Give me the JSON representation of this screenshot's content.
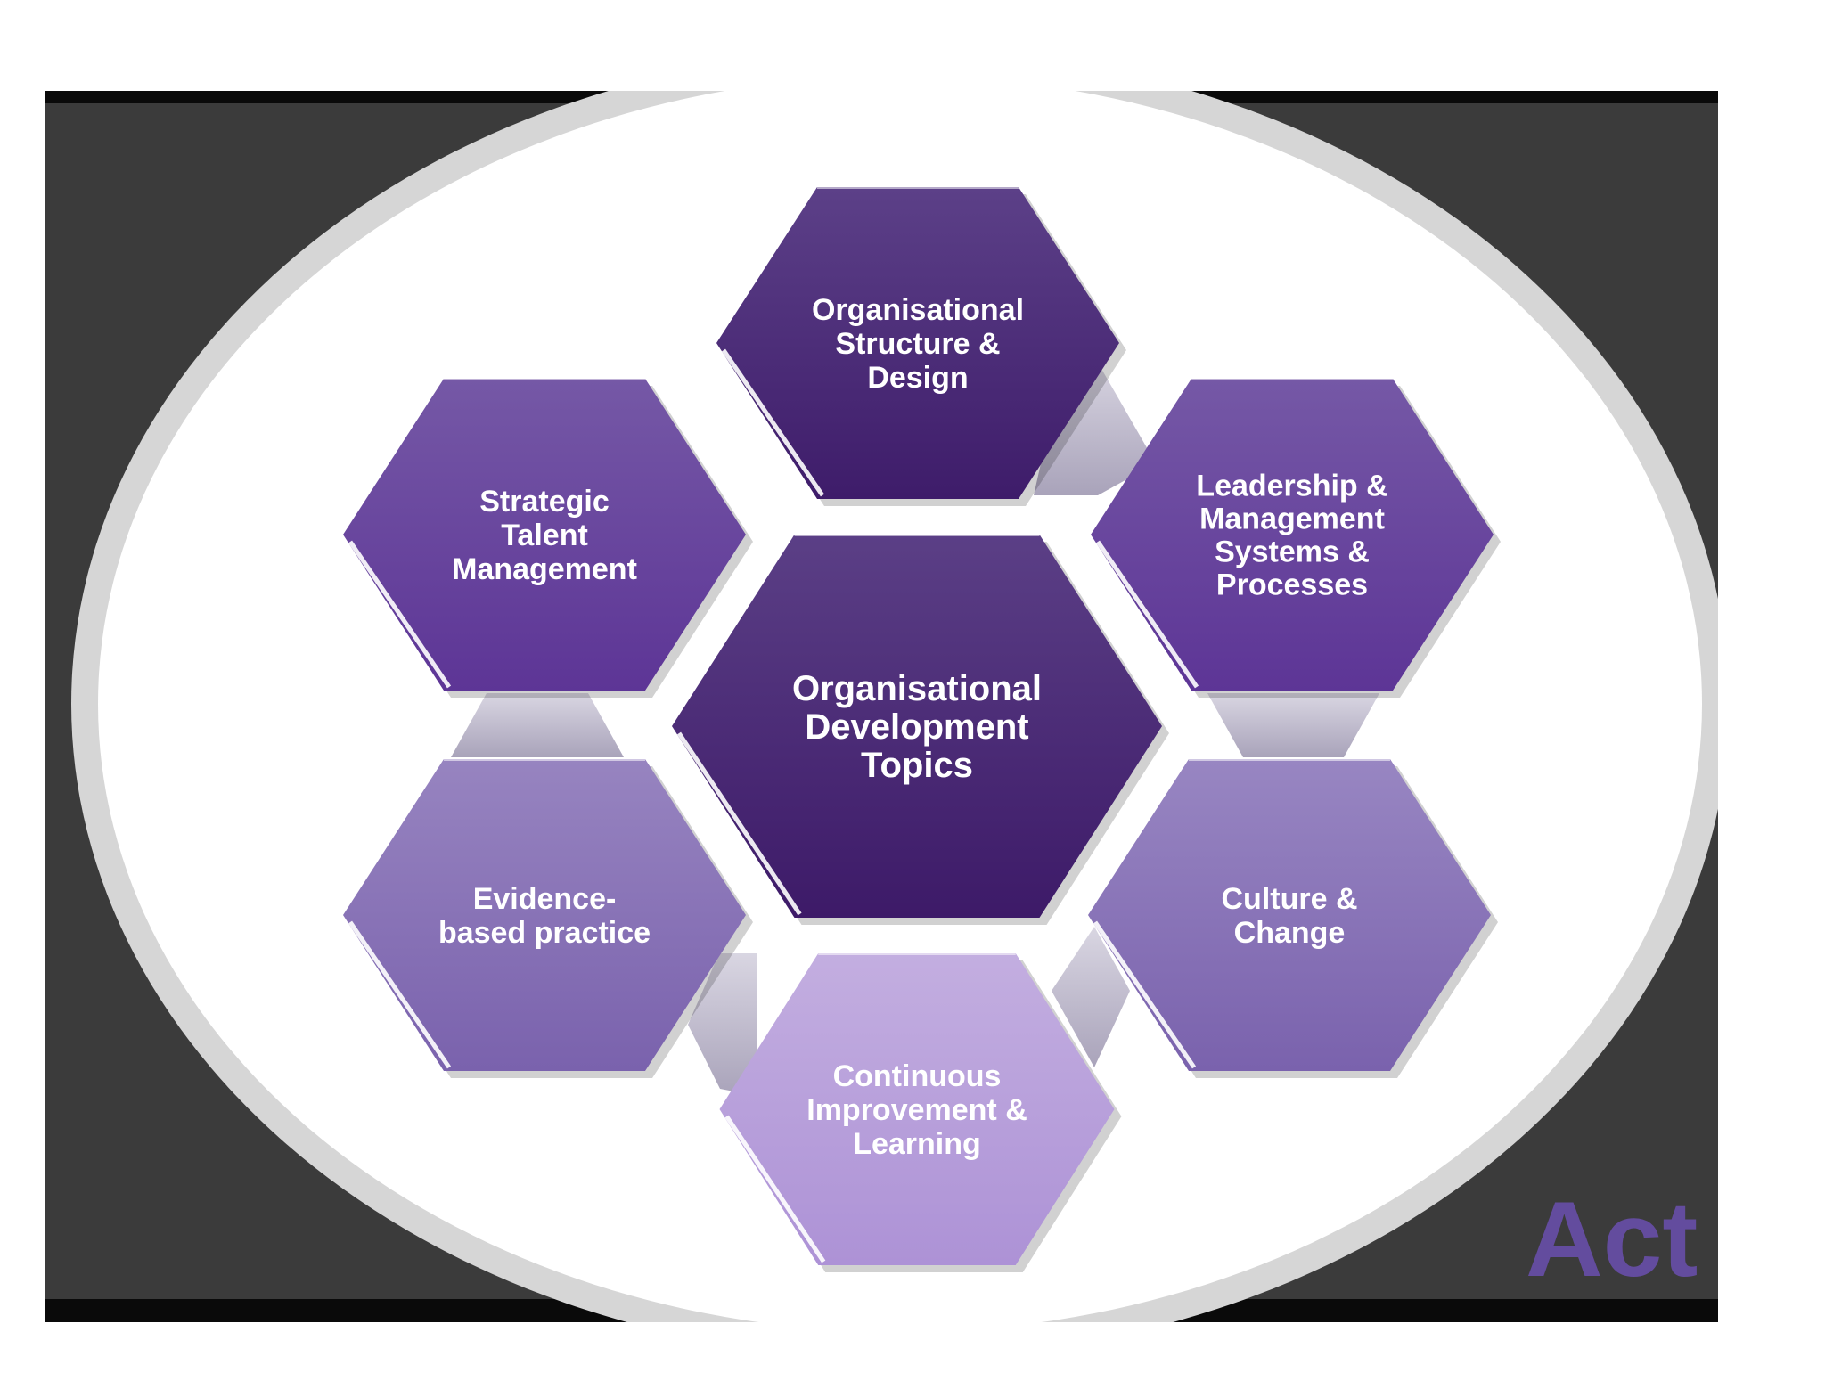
{
  "diagram": {
    "center": {
      "lines": [
        "Organisational",
        "Development",
        "Topics"
      ],
      "color_top": "#5b3f86",
      "color_bottom": "#3d1a68"
    },
    "topics": [
      {
        "id": "org-structure",
        "lines": [
          "Organisational",
          "Structure &",
          "Design"
        ],
        "color_top": "#5c4088",
        "color_bottom": "#3e1c6a"
      },
      {
        "id": "leadership",
        "lines": [
          "Leadership &",
          "Management",
          "Systems &",
          "Processes"
        ],
        "color_top": "#7558a6",
        "color_bottom": "#5d3596"
      },
      {
        "id": "culture",
        "lines": [
          "Culture &",
          "Change"
        ],
        "color_top": "#9886c2",
        "color_bottom": "#7a62ad"
      },
      {
        "id": "continuous",
        "lines": [
          "Continuous",
          "Improvement &",
          "Learning"
        ],
        "color_top": "#c3aee0",
        "color_bottom": "#ad92d6"
      },
      {
        "id": "evidence",
        "lines": [
          "Evidence-",
          "based practice"
        ],
        "color_top": "#9784c0",
        "color_bottom": "#7a62ad"
      },
      {
        "id": "talent",
        "lines": [
          "Strategic",
          "Talent",
          "Management"
        ],
        "color_top": "#7558a6",
        "color_bottom": "#5d3596"
      }
    ],
    "watermark": "Act",
    "colors": {
      "screen_bg": "#3b3b3b",
      "ellipse_ring": "#d6d6d6",
      "ellipse_fill": "#ffffff",
      "connector": "#b8b3c6",
      "text": "#ffffff",
      "watermark": "#6b4fb0"
    }
  }
}
